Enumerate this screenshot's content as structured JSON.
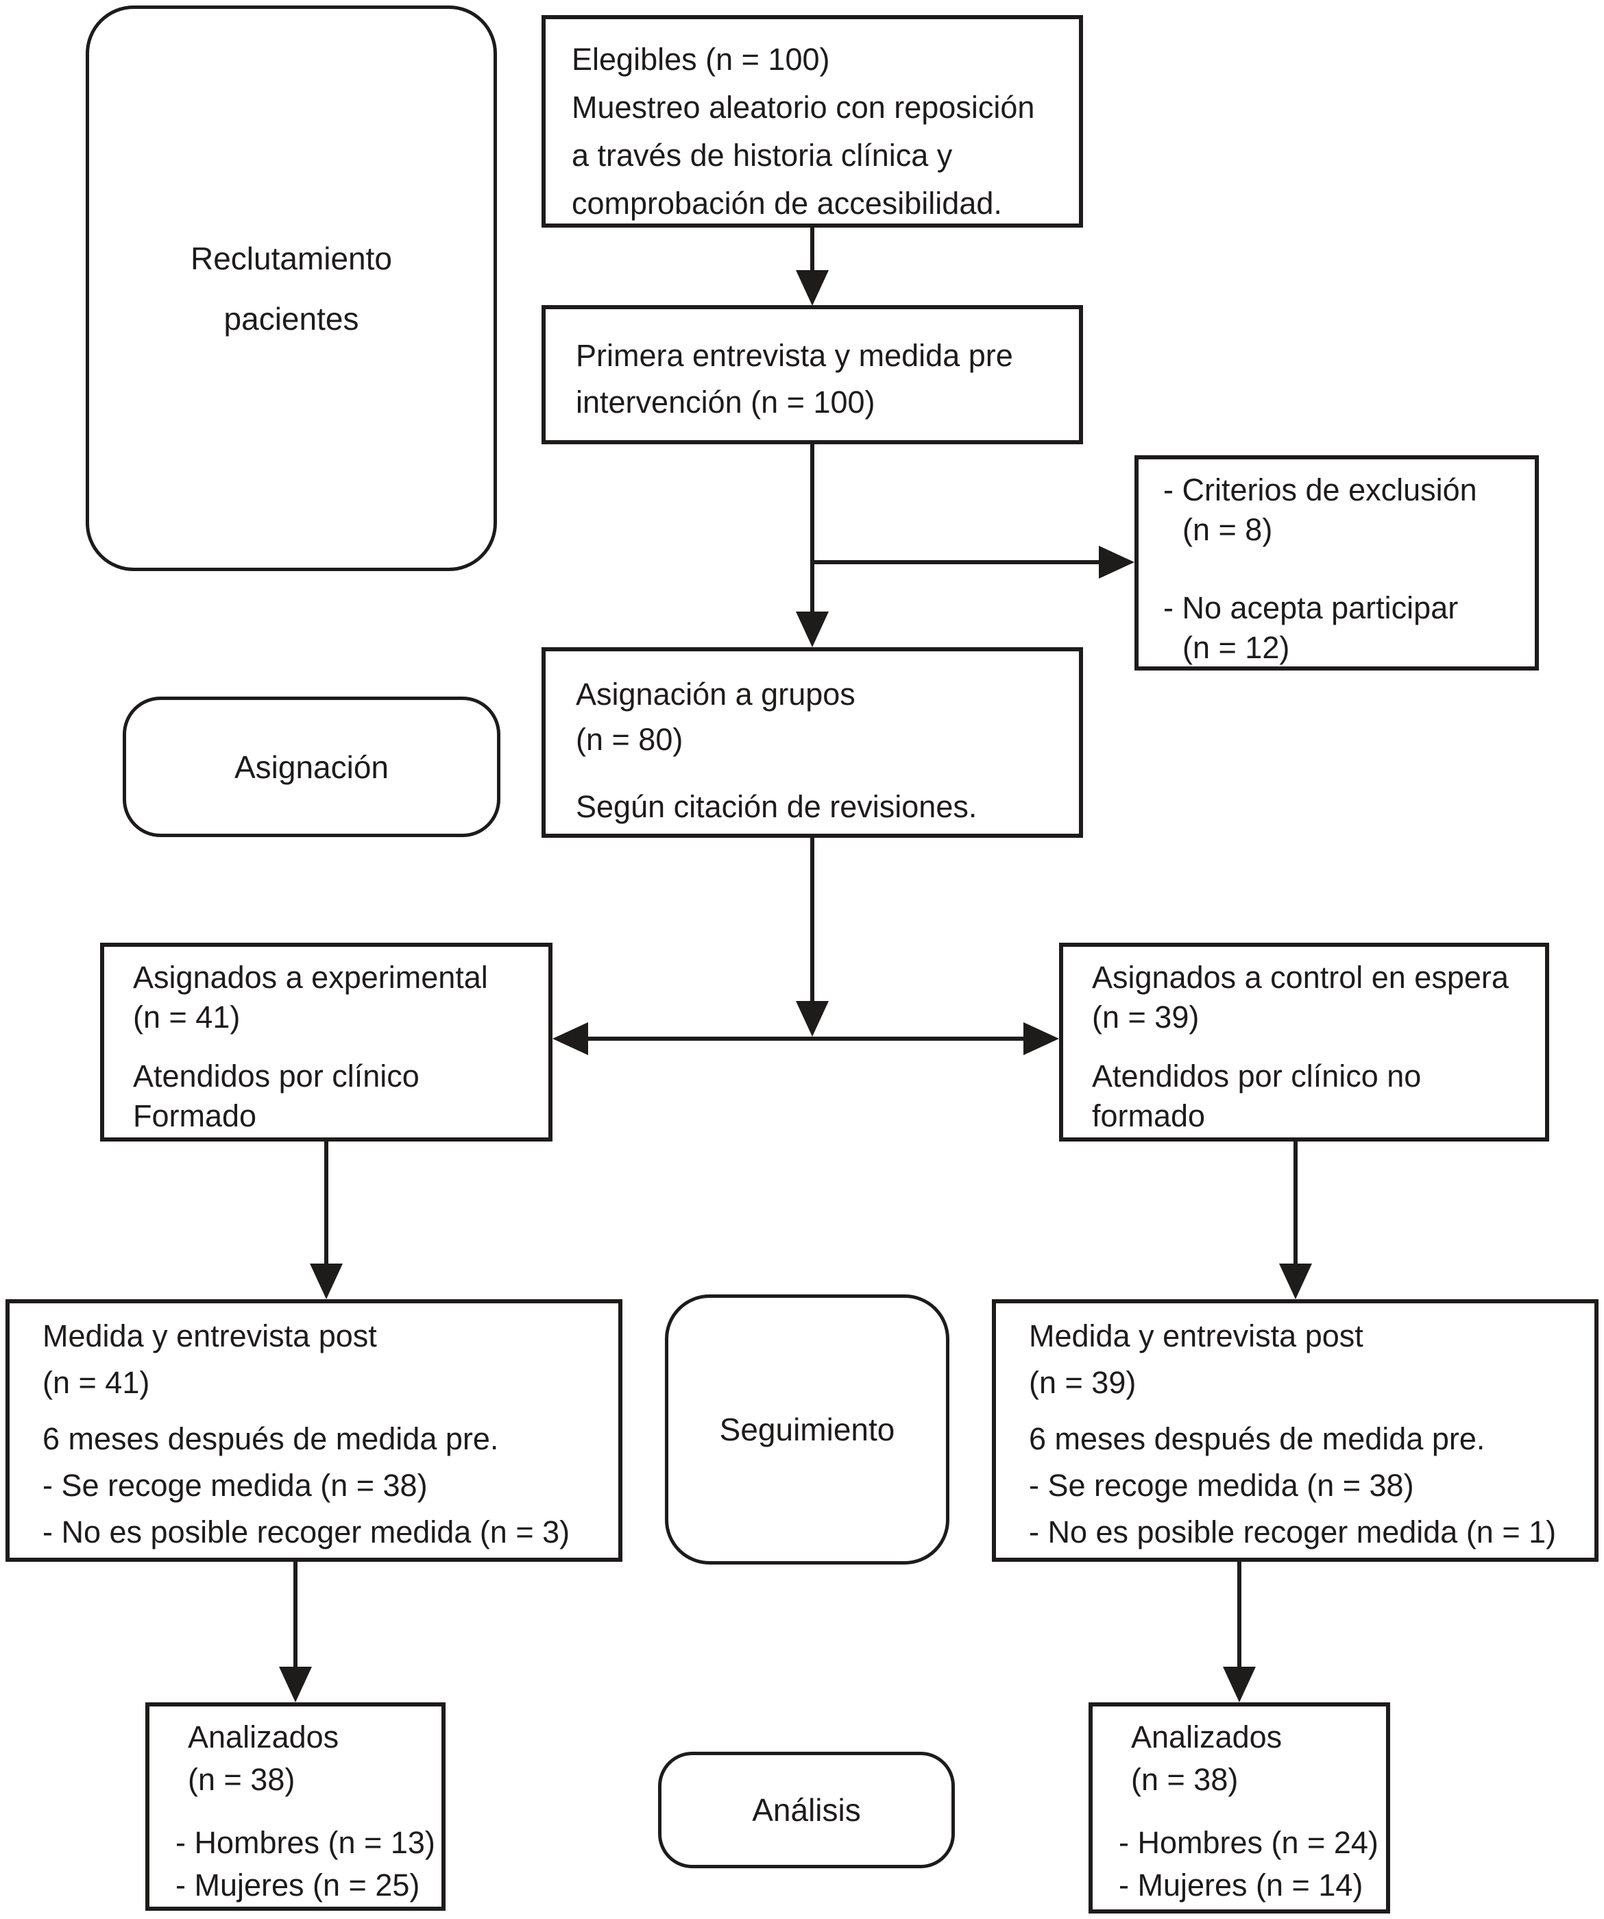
{
  "colors": {
    "background": "#ffffff",
    "ink": "#1e1b1b"
  },
  "phases": {
    "recruitment": {
      "line1": "Reclutamiento",
      "line2": "pacientes"
    },
    "assignment": {
      "label": "Asignación"
    },
    "followup": {
      "label": "Seguimiento"
    },
    "analysis": {
      "label": "Análisis"
    }
  },
  "boxes": {
    "eligibles": {
      "line1": "Elegibles (n = 100)",
      "line2": "Muestreo aleatorio con reposición",
      "line3": "a través de historia clínica y",
      "line4": "comprobación de accesibilidad."
    },
    "first_interview": {
      "line1": "Primera entrevista y medida pre",
      "line2": "intervención (n = 100)"
    },
    "exclusion": {
      "line1": "- Criterios de exclusión",
      "line2": "(n = 8)",
      "line3": "- No acepta participar",
      "line4": "(n = 12)"
    },
    "group_assignment": {
      "line1": "Asignación a grupos",
      "line2": "(n = 80)",
      "line3": "Según citación de revisiones."
    },
    "experimental": {
      "line1": "Asignados a experimental",
      "line2": "(n = 41)",
      "line3": "Atendidos por clínico",
      "line4": "Formado"
    },
    "control": {
      "line1": "Asignados a control en espera",
      "line2": "(n = 39)",
      "line3": "Atendidos por clínico no",
      "line4": "formado"
    },
    "post_experimental": {
      "line1": "Medida y entrevista post",
      "line2": "(n = 41)",
      "line3": "6 meses después de medida pre.",
      "line4": "- Se recoge medida (n = 38)",
      "line5": "- No es posible recoger medida (n = 3)"
    },
    "post_control": {
      "line1": "Medida y entrevista post",
      "line2": "(n = 39)",
      "line3": "6 meses después de medida pre.",
      "line4": "- Se recoge medida (n = 38)",
      "line5": "- No es posible recoger medida (n = 1)"
    },
    "analyzed_experimental": {
      "line1": "Analizados",
      "line2": "(n = 38)",
      "line3": "- Hombres (n = 13)",
      "line4": "- Mujeres (n = 25)"
    },
    "analyzed_control": {
      "line1": "Analizados",
      "line2": "(n = 38)",
      "line3": "- Hombres (n = 24)",
      "line4": "- Mujeres (n = 14)"
    }
  }
}
